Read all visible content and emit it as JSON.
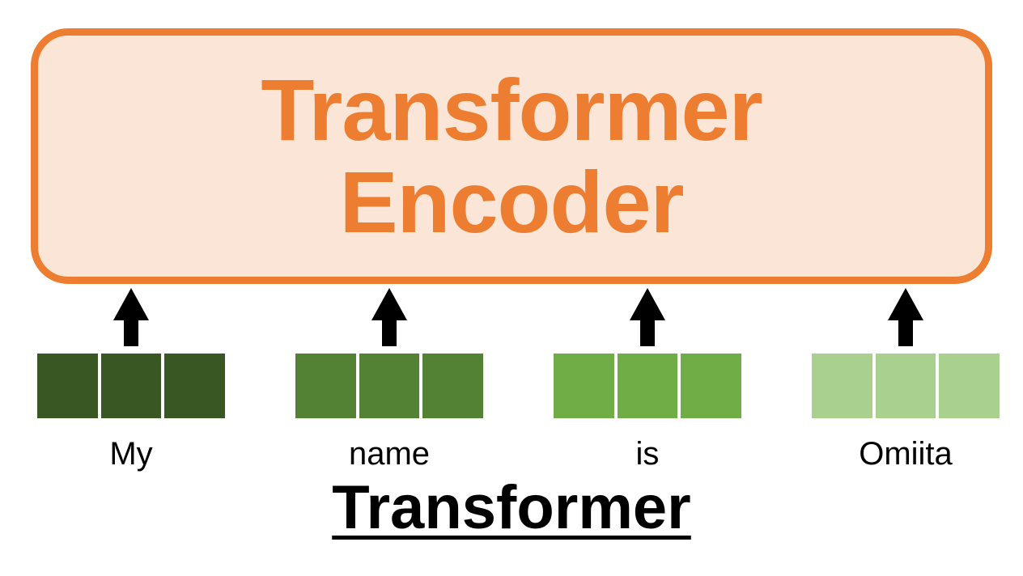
{
  "encoder_box": {
    "label_line1": "Transformer",
    "label_line2": "Encoder",
    "border_color": "#ED7D31",
    "fill_color": "#FBE5D6",
    "text_color": "#ED7D31"
  },
  "tokens": [
    {
      "word": "My",
      "embedding_color": "#385723",
      "cells": 3
    },
    {
      "word": "name",
      "embedding_color": "#548235",
      "cells": 3
    },
    {
      "word": "is",
      "embedding_color": "#70AD47",
      "cells": 3
    },
    {
      "word": "Omiita",
      "embedding_color": "#A9D08E",
      "cells": 3
    }
  ],
  "arrow": {
    "color": "#000000",
    "direction": "up"
  },
  "caption": {
    "text": "Transformer",
    "underlined": true
  }
}
